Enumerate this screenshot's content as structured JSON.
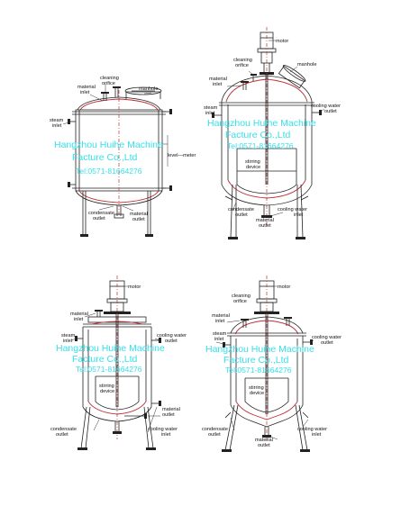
{
  "figures": [
    {
      "id": "tank-1",
      "labels": {
        "cleaning_orifice": [
          "cleaning",
          "orifice"
        ],
        "material_inlet": [
          "material",
          "inlet"
        ],
        "manhole": "manhole",
        "steam_inlet": [
          "steam",
          "inlet"
        ],
        "level_meter": "level—meter",
        "condensate_outlet": [
          "condensate",
          "outlet"
        ],
        "material_outlet": [
          "material",
          "outlet"
        ]
      },
      "watermark": [
        "Hangzhou Huihe Machine",
        "Facture Co.,Ltd",
        "Tel:0571-81664276"
      ]
    },
    {
      "id": "tank-2",
      "labels": {
        "motor": "motor",
        "cleaning_orifice": [
          "cleaning",
          "orifice"
        ],
        "manhole": "manhole",
        "material_inlet": [
          "material",
          "inlet"
        ],
        "steam_inlet": [
          "steam",
          "inlet"
        ],
        "cooling_water_outlet": [
          "cooling water",
          "outlet"
        ],
        "stirring_device": [
          "stirring",
          "device"
        ],
        "condensate_outlet": [
          "condensate",
          "outlet"
        ],
        "cooling_water_inlet": [
          "cooling water",
          "inlet"
        ],
        "material_outlet": [
          "material",
          "outlet"
        ]
      },
      "watermark": [
        "Hangzhou Huihe Machine",
        "Facture Co.,Ltd",
        "Tel:0571-81664276"
      ]
    },
    {
      "id": "tank-3",
      "labels": {
        "motor": "motor",
        "material_inlet": [
          "material",
          "inlet"
        ],
        "steam_inlet": [
          "steam",
          "inlet"
        ],
        "cooling_water_outlet": [
          "cooling water",
          "outlet"
        ],
        "stirring_device": [
          "stirring",
          "device"
        ],
        "material_outlet": [
          "material",
          "outlet"
        ],
        "condensate_outlet": [
          "condensate",
          "outlet"
        ],
        "cooling_water_inlet": [
          "cooling water",
          "inlet"
        ]
      },
      "watermark": [
        "Hangzhou Huihe Machine",
        "Facture Co.,Ltd",
        "Tel:0571-81664276"
      ]
    },
    {
      "id": "tank-4",
      "labels": {
        "motor": "motor",
        "cleaning_orifice": [
          "cleaning",
          "orifice"
        ],
        "material_inlet": [
          "material",
          "inlet"
        ],
        "steam_inlet": [
          "steam",
          "inlet"
        ],
        "cooling_water_outlet": [
          "cooling water",
          "outlet"
        ],
        "stirring_device": [
          "stirring",
          "device"
        ],
        "condensate_outlet": [
          "condensate",
          "outlet"
        ],
        "cooling_water_inlet": [
          "cooling water",
          "inlet"
        ],
        "material_outlet": [
          "material",
          "outlet"
        ]
      },
      "watermark": [
        "Hangzhou Huihe Machine",
        "Facture Co.,Ltd",
        "Tel:0571-81664276"
      ]
    }
  ],
  "colors": {
    "line": "#222222",
    "accent_red": "#c0303a",
    "watermark": "#35e0ea",
    "background": "#ffffff"
  }
}
